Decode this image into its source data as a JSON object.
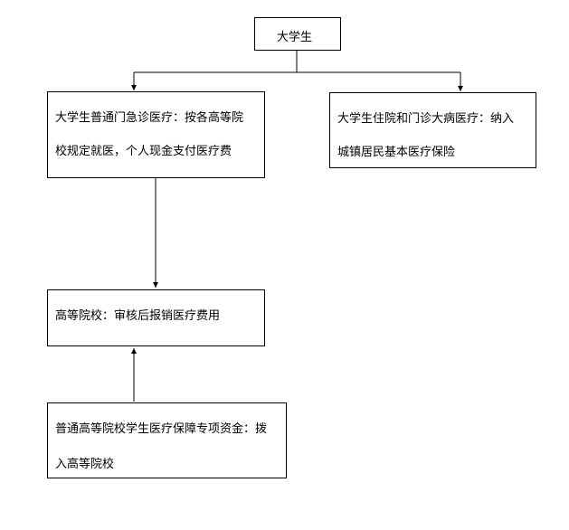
{
  "nodes": {
    "root": {
      "label": "大学生"
    },
    "outpatient": {
      "line1": "大学生普通门急诊医疗：按各高等院",
      "line2": "校规定就医，个人现金支付医疗费"
    },
    "inpatient": {
      "line1": "大学生住院和门诊大病医疗：纳入",
      "line2": "城镇居民基本医疗保险"
    },
    "university": {
      "label": "高等院校：审核后报销医疗费用"
    },
    "fund": {
      "line1": "普通高等院校学生医疗保障专项资金：拨",
      "line2": "入高等院校"
    }
  },
  "edges": [
    {
      "from": "root",
      "to": "outpatient"
    },
    {
      "from": "root",
      "to": "inpatient"
    },
    {
      "from": "outpatient",
      "to": "university"
    },
    {
      "from": "fund",
      "to": "university"
    }
  ]
}
